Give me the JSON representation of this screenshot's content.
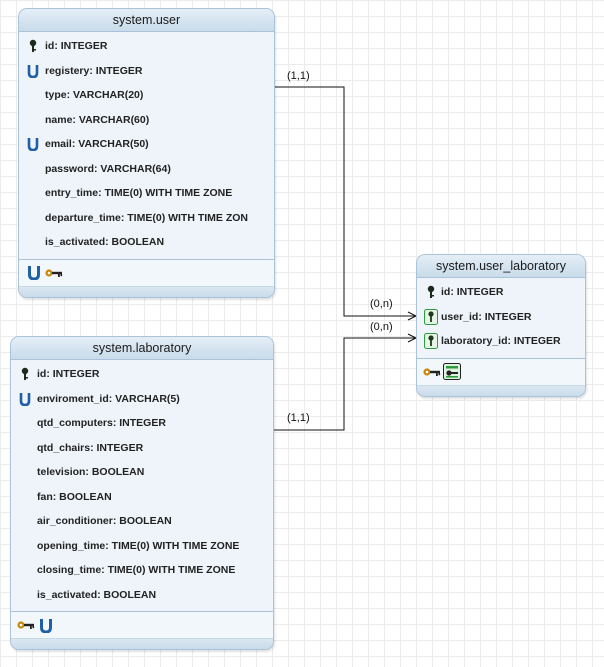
{
  "tables": {
    "user": {
      "title": "system.user",
      "columns": [
        {
          "icon": "primary-key-icon",
          "text": "id: INTEGER"
        },
        {
          "icon": "unique-icon",
          "text": "registery: INTEGER"
        },
        {
          "icon": "",
          "text": "type: VARCHAR(20)"
        },
        {
          "icon": "",
          "text": "name: VARCHAR(60)"
        },
        {
          "icon": "unique-icon",
          "text": "email: VARCHAR(50)"
        },
        {
          "icon": "",
          "text": "password: VARCHAR(64)"
        },
        {
          "icon": "",
          "text": "entry_time: TIME(0) WITH TIME ZONE"
        },
        {
          "icon": "",
          "text": "departure_time: TIME(0) WITH TIME ZON"
        },
        {
          "icon": "",
          "text": "is_activated: BOOLEAN"
        }
      ],
      "footer_icons": [
        "unique-index-icon",
        "key-index-icon"
      ]
    },
    "laboratory": {
      "title": "system.laboratory",
      "columns": [
        {
          "icon": "primary-key-icon",
          "text": "id: INTEGER"
        },
        {
          "icon": "unique-icon",
          "text": "enviroment_id: VARCHAR(5)"
        },
        {
          "icon": "",
          "text": "qtd_computers: INTEGER"
        },
        {
          "icon": "",
          "text": "qtd_chairs: INTEGER"
        },
        {
          "icon": "",
          "text": "television: BOOLEAN"
        },
        {
          "icon": "",
          "text": "fan: BOOLEAN"
        },
        {
          "icon": "",
          "text": "air_conditioner: BOOLEAN"
        },
        {
          "icon": "",
          "text": "opening_time: TIME(0) WITH TIME ZONE"
        },
        {
          "icon": "",
          "text": "closing_time: TIME(0) WITH TIME ZONE"
        },
        {
          "icon": "",
          "text": "is_activated: BOOLEAN"
        }
      ],
      "footer_icons": [
        "key-index-icon",
        "unique-index-icon"
      ]
    },
    "user_laboratory": {
      "title": "system.user_laboratory",
      "columns": [
        {
          "icon": "primary-key-icon",
          "text": "id: INTEGER"
        },
        {
          "icon": "foreign-key-icon",
          "text": "user_id: INTEGER"
        },
        {
          "icon": "foreign-key-icon",
          "text": "laboratory_id: INTEGER"
        }
      ],
      "footer_icons": [
        "key-index-icon",
        "foreign-key-index-icon"
      ]
    }
  },
  "relationships": {
    "user_to_link": {
      "from_cardinality": "(1,1)",
      "to_cardinality": "(0,n)"
    },
    "lab_to_link": {
      "from_cardinality": "(1,1)",
      "to_cardinality": "(0,n)"
    }
  },
  "colors": {
    "table_bg": "#eef4fa",
    "header_bg": "#c9dbea",
    "border": "#a9c3d9",
    "unique_blue": "#1f5fa8",
    "key_gold": "#c98a0a",
    "fk_green": "#2e9a3e"
  }
}
